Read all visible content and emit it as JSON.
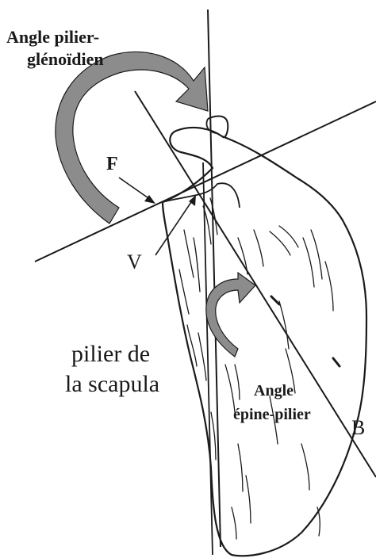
{
  "labels": {
    "angle_pilier_glenoidien_line1": "Angle pilier-",
    "angle_pilier_glenoidien_line2": "glénoïdien",
    "point_f": "F",
    "point_v": "V",
    "pilier_line1": "pilier de",
    "pilier_line2": "la scapula",
    "angle_epine_pilier_line1": "Angle",
    "angle_epine_pilier_line2": "épine-pilier",
    "point_b": "B"
  },
  "colors": {
    "ink": "#1a1a1a",
    "arrow_fill": "#8c8c8c",
    "background": "#ffffff"
  }
}
